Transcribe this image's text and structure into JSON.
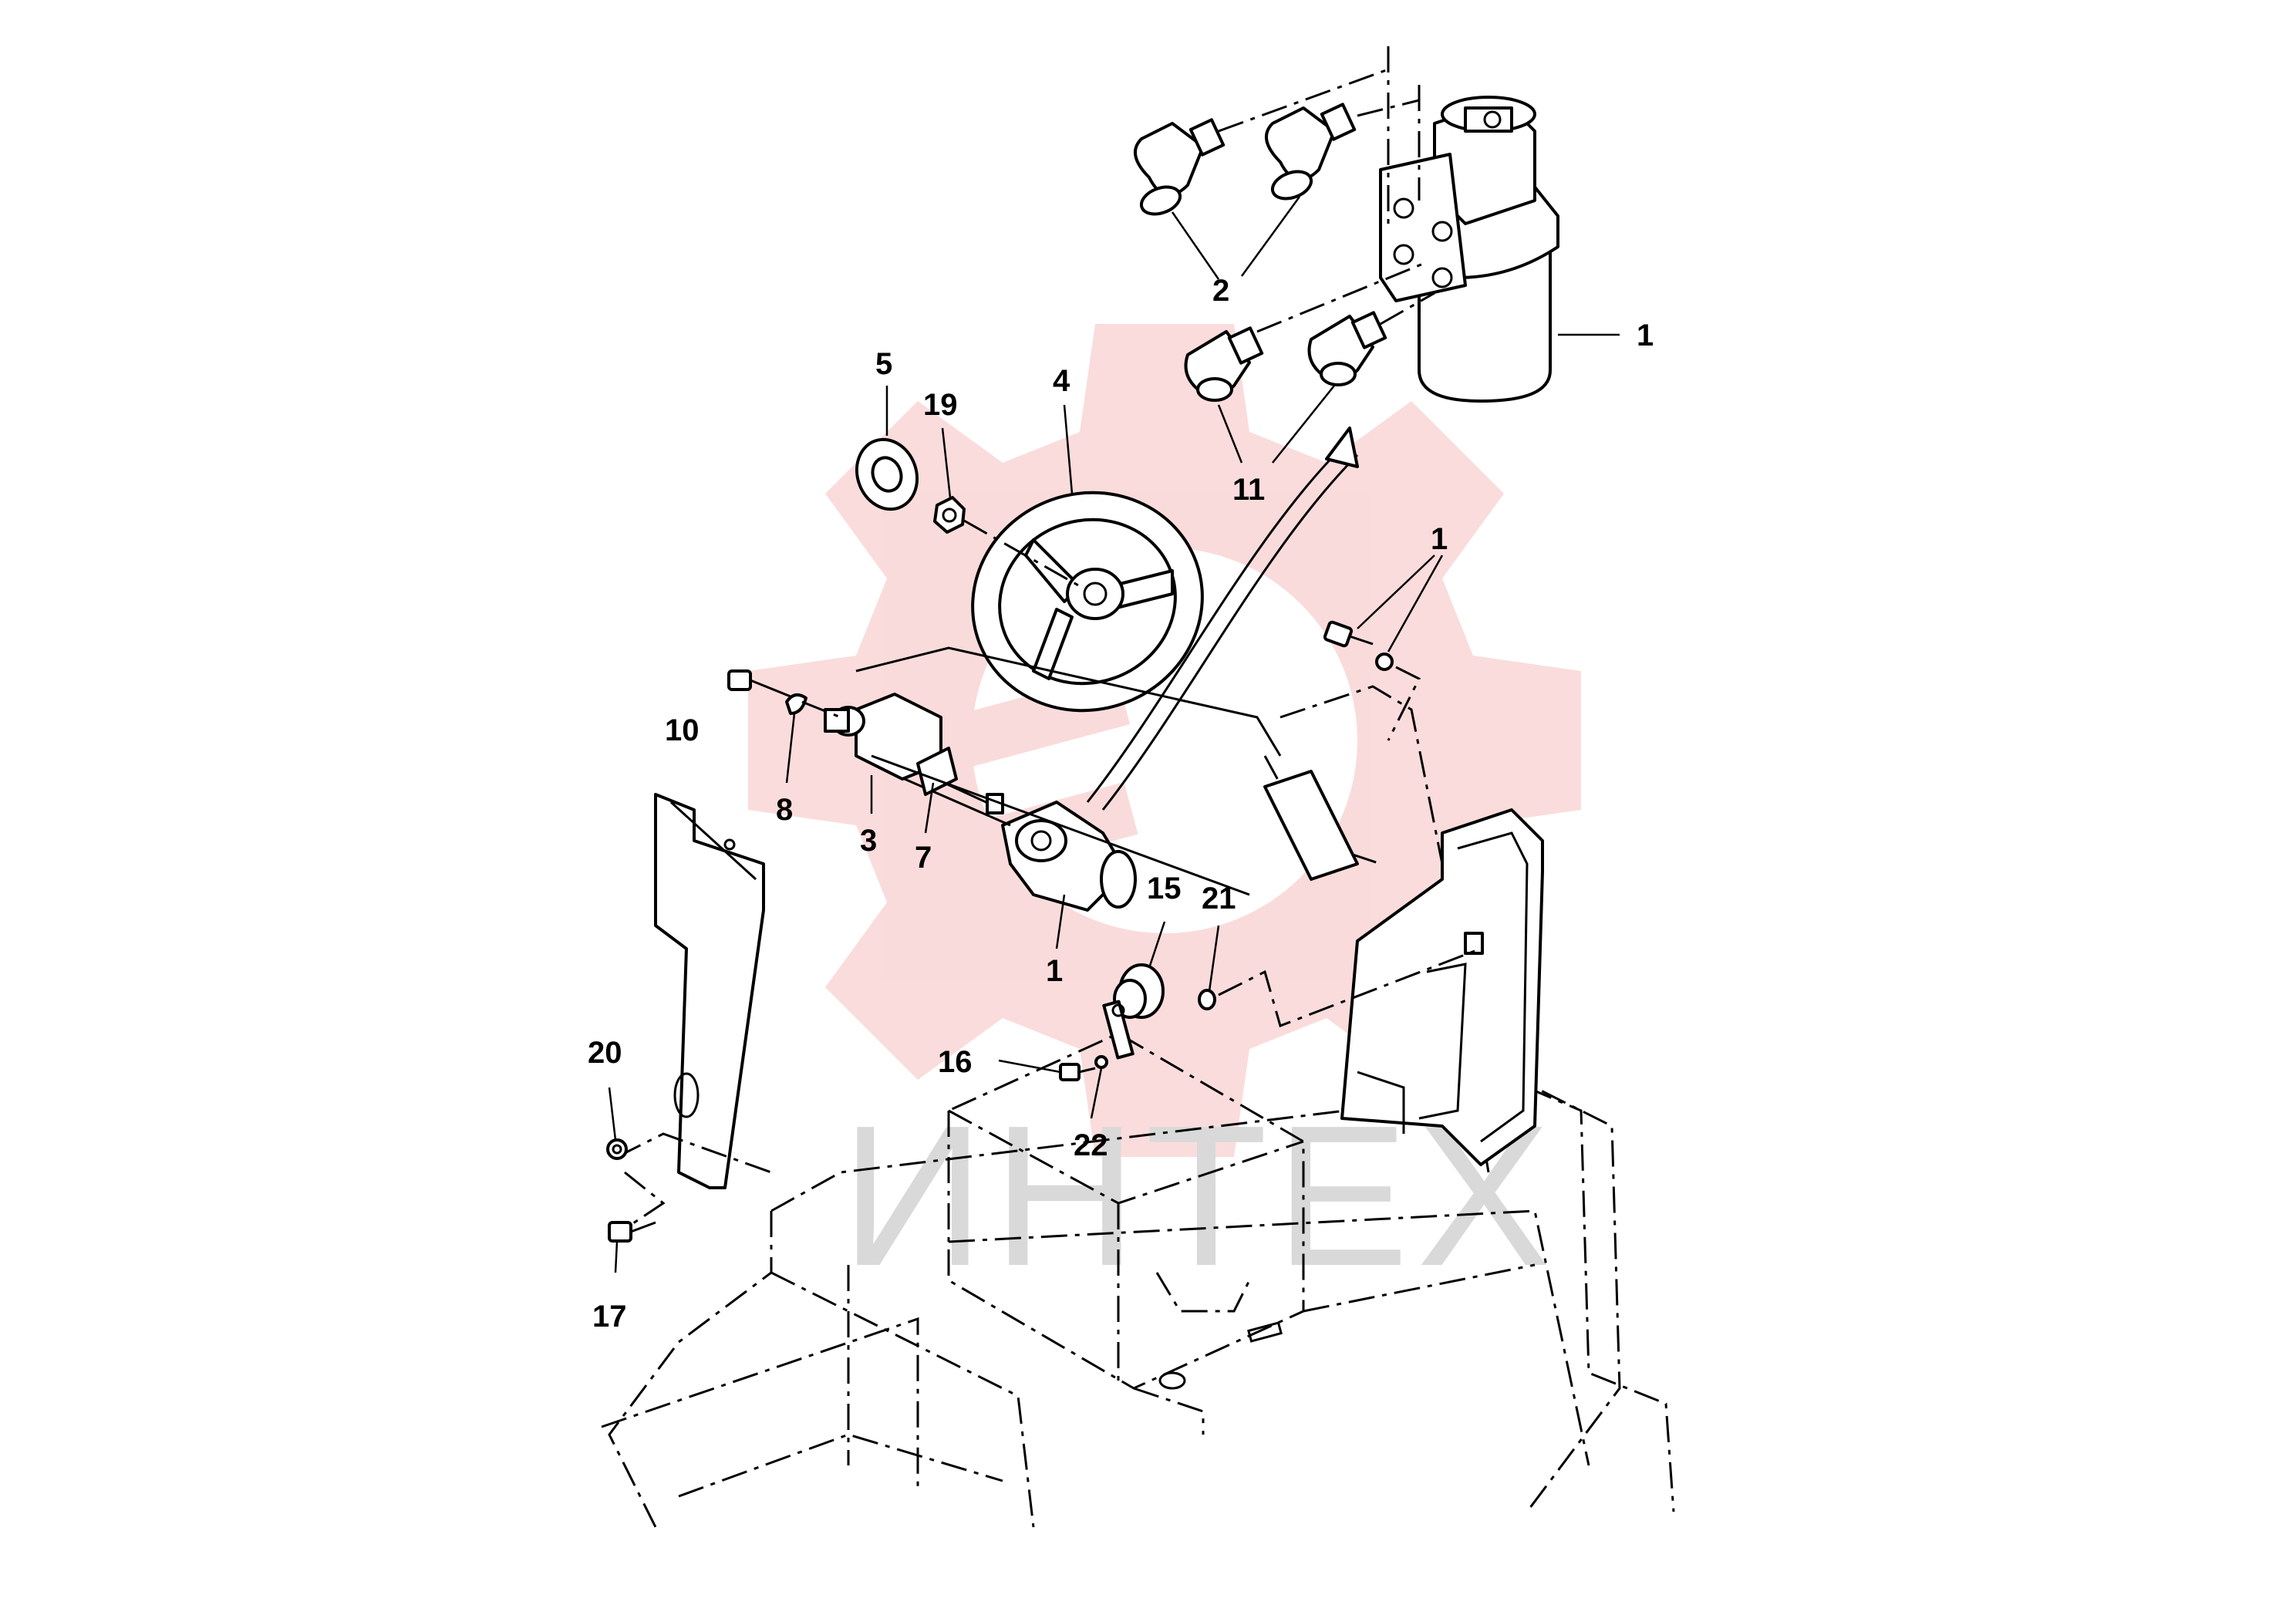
{
  "watermark": {
    "text": "ИНТЕХ",
    "color": "#f29b9b"
  },
  "callouts": [
    {
      "id": "c-1-orbitrol",
      "text": "1"
    },
    {
      "id": "c-2",
      "text": "2"
    },
    {
      "id": "c-11",
      "text": "11"
    },
    {
      "id": "c-5",
      "text": "5"
    },
    {
      "id": "c-19",
      "text": "19"
    },
    {
      "id": "c-4",
      "text": "4"
    },
    {
      "id": "c-1-bolt",
      "text": "1"
    },
    {
      "id": "c-10",
      "text": "10"
    },
    {
      "id": "c-8",
      "text": "8"
    },
    {
      "id": "c-3",
      "text": "3"
    },
    {
      "id": "c-7",
      "text": "7"
    },
    {
      "id": "c-1-column",
      "text": "1"
    },
    {
      "id": "c-15",
      "text": "15"
    },
    {
      "id": "c-21",
      "text": "21"
    },
    {
      "id": "c-16",
      "text": "16"
    },
    {
      "id": "c-22",
      "text": "22"
    },
    {
      "id": "c-20",
      "text": "20"
    },
    {
      "id": "c-17",
      "text": "17"
    }
  ]
}
